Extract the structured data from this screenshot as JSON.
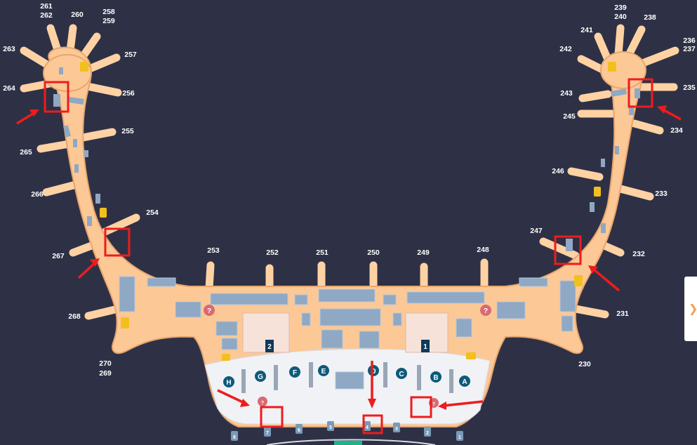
{
  "colors": {
    "background": "#2e3146",
    "terminal_fill": "#fcc896",
    "terminal_outline": "#e8a66e",
    "pier_fill": "#ffd2a4",
    "shop_blocks": "#8fa8c4",
    "checkin_hall": "#f0f2f6",
    "zone_circle": "#0e5a7a",
    "highlight": "#ee1c1c",
    "info_circle": "#d96a72",
    "elevator_icon": "#f2c01c"
  },
  "gates_left": [
    "261",
    "262",
    "260",
    "258",
    "259",
    "257",
    "263",
    "264",
    "256",
    "255",
    "265",
    "266",
    "254",
    "267",
    "268",
    "270",
    "269"
  ],
  "gates_center": [
    "253",
    "252",
    "251",
    "250",
    "249",
    "248"
  ],
  "gates_right": [
    "239",
    "240",
    "238",
    "241",
    "236",
    "237",
    "242",
    "235",
    "243",
    "245",
    "234",
    "246",
    "233",
    "247",
    "232",
    "231",
    "230"
  ],
  "checkin_zones": [
    "H",
    "G",
    "F",
    "E",
    "D",
    "C",
    "B",
    "A"
  ],
  "bottom_doors": [
    "8",
    "7",
    "6",
    "5",
    "4",
    "3",
    "2",
    "1"
  ],
  "floor_markers": [
    "2",
    "1"
  ],
  "info_icon": "?",
  "side_tab_glyph": "❯"
}
